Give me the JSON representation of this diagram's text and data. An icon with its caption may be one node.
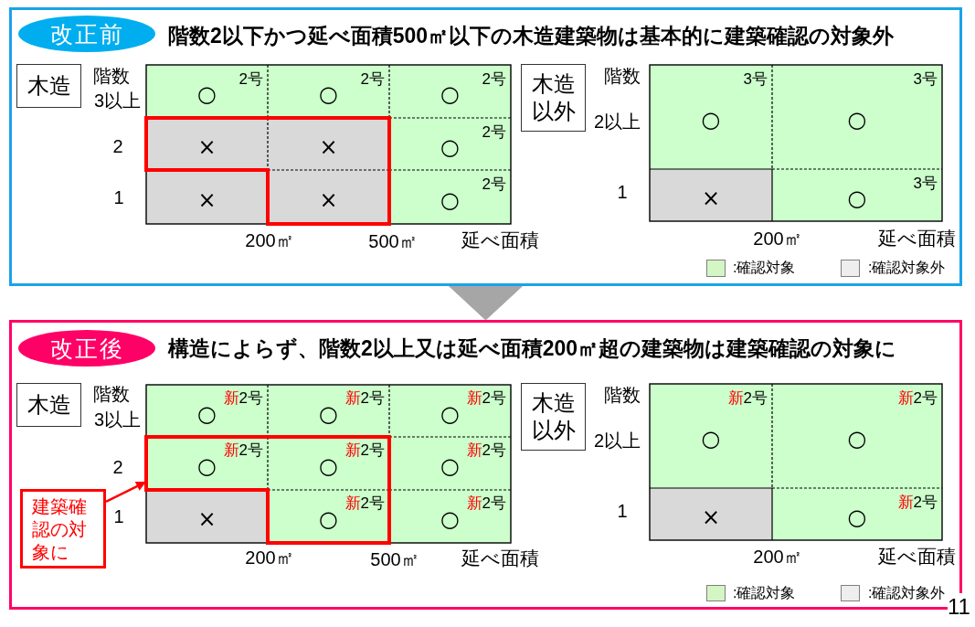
{
  "diagram": {
    "nodes": [
      {
        "text": [
          "階数2以下かつ延べ面積500㎡以下の木造建築物は基本的に建築確認の対象外"
        ]
      },
      {
        "text": [
          "改正前"
        ],
        "in": 0
      },
      {
        "text": [
          "木造"
        ],
        "in": 0
      },
      {
        "text": [
          "○",
          "2号"
        ],
        "in": 0
      },
      {
        "text": [
          "○",
          "2号"
        ],
        "in": 0
      },
      {
        "text": [
          "○",
          "2号"
        ],
        "in": 0
      },
      {
        "text": [
          "×"
        ],
        "in": 0
      },
      {
        "text": [
          "×"
        ],
        "in": 0
      },
      {
        "text": [
          "○",
          "2号"
        ],
        "in": 0
      },
      {
        "text": [
          "×"
        ],
        "in": 0
      },
      {
        "text": [
          "×"
        ],
        "in": 0
      },
      {
        "text": [
          "○",
          "2号"
        ],
        "in": 0
      },
      {
        "text": [
          "木造以外"
        ],
        "in": 0
      },
      {
        "text": [
          "○",
          "3号"
        ],
        "in": 0
      },
      {
        "text": [
          "○",
          "3号"
        ],
        "in": 0
      },
      {
        "text": [
          "×"
        ],
        "in": 0
      },
      {
        "text": [
          "○",
          "3号"
        ],
        "in": 0
      },
      {
        "text": [
          "構造によらず、階数2以上又は延べ面積200㎡超の建築物は建築確認の対象に"
        ]
      },
      {
        "text": [
          "改正後"
        ],
        "in": 17
      },
      {
        "text": [
          "木造"
        ],
        "in": 17
      },
      {
        "text": [
          "○",
          "新2号"
        ],
        "in": 17
      },
      {
        "text": [
          "○",
          "新2号"
        ],
        "in": 17
      },
      {
        "text": [
          "○",
          "新2号"
        ],
        "in": 17
      },
      {
        "text": [
          "○",
          "新2号"
        ],
        "in": 17
      },
      {
        "text": [
          "○",
          "新2号"
        ],
        "in": 17
      },
      {
        "text": [
          "○",
          "新2号"
        ],
        "in": 17
      },
      {
        "text": [
          "×"
        ],
        "in": 17
      },
      {
        "text": [
          "○",
          "新2号"
        ],
        "in": 17
      },
      {
        "text": [
          "○",
          "新2号"
        ],
        "in": 17
      },
      {
        "text": [
          "建築確認の対象に"
        ],
        "in": 17
      },
      {
        "text": [
          "木造以外"
        ],
        "in": 17
      },
      {
        "text": [
          "○",
          "新2号"
        ],
        "in": 17
      },
      {
        "text": [
          "○",
          "新2号"
        ],
        "in": 17
      },
      {
        "text": [
          "×"
        ],
        "in": 17
      },
      {
        "text": [
          "○",
          "新2号"
        ],
        "in": 17
      }
    ],
    "edges": [
      {
        "from": 0,
        "to": 17,
        "arrow": "to",
        "color": "#a6a6a6"
      },
      {
        "from": 29,
        "to": 23,
        "arrow": "to",
        "color": "#ff0000"
      }
    ],
    "labels": [
      "階数",
      "3以上",
      "2",
      "1",
      "200㎡",
      "500㎡",
      "延べ面積",
      "階数",
      "2以上",
      "1",
      "200㎡",
      "延べ面積",
      "階数",
      "3以上",
      "2",
      "1",
      "200㎡",
      "500㎡",
      "延べ面積",
      "階数",
      "2以上",
      "1",
      "200㎡",
      "延べ面積",
      "11"
    ],
    "legend": [
      {
        "text": ":確認対象",
        "color": "#d4f5c4"
      },
      {
        "text": ":確認対象外",
        "color": "#eeeeee"
      },
      {
        "text": ":確認対象",
        "color": "#d4f5c4"
      },
      {
        "text": ":確認対象外",
        "color": "#eeeeee"
      }
    ]
  }
}
